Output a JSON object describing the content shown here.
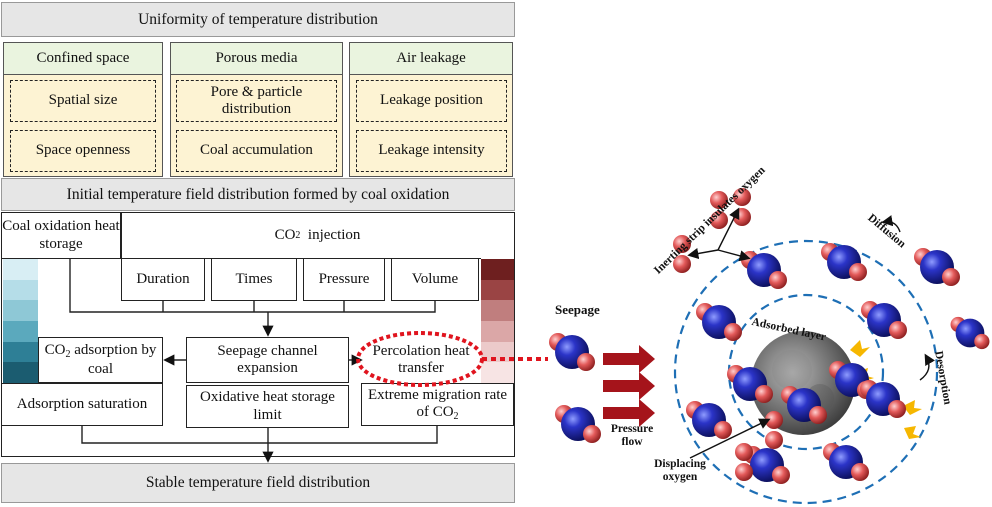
{
  "flowchart": {
    "uniformity_title": "Uniformity of temperature distribution",
    "groups": [
      {
        "title": "Confined space",
        "items": [
          "Spatial size",
          "Space openness"
        ]
      },
      {
        "title": "Porous media",
        "items": [
          "Pore & particle distribution",
          "Coal accumulation"
        ]
      },
      {
        "title": "Air leakage",
        "items": [
          "Leakage position",
          "Leakage intensity"
        ]
      }
    ],
    "initial_field": "Initial temperature field distribution formed by coal oxidation",
    "coal_heat_storage": "Coal oxidation heat storage",
    "co2_injection_prefix": "CO",
    "co2_injection_sub": "2",
    "co2_injection_suffix": "  injection",
    "params": [
      "Duration",
      "Times",
      "Pressure",
      "Volume"
    ],
    "co2_adsorption_prefix": "CO",
    "co2_adsorption_sub": "2",
    "co2_adsorption_suffix": " adsorption by coal",
    "seepage_channel": "Seepage channel expansion",
    "percolation": "Percolation heat transfer",
    "adsorption_saturation": "Adsorption saturation",
    "oxidative_limit": "Oxidative heat storage limit",
    "migration_prefix": "Extreme migration rate of CO",
    "migration_sub": "2",
    "stable_field": "Stable temperature field distribution",
    "cold_scale_colors": [
      "#d8eef4",
      "#b5dde8",
      "#8ec8d6",
      "#5ba9bd",
      "#2e7f96",
      "#1b5c70"
    ],
    "hot_scale_colors": [
      "#6e1f1f",
      "#9a4444",
      "#c07e7e",
      "#dba7a7",
      "#eccaca",
      "#f7e4e4"
    ],
    "highlight_color": "#e0141e"
  },
  "illustration": {
    "seepage": "Seepage",
    "pressure_flow": "Pressure flow",
    "displacing_oxygen": "Displacing oxygen",
    "inerting_strip": "Inerting strip insulates oxygen",
    "diffusion": "Diffusion",
    "adsorbed_layer": "Adsorbed layer",
    "desorption": "Desorption"
  }
}
